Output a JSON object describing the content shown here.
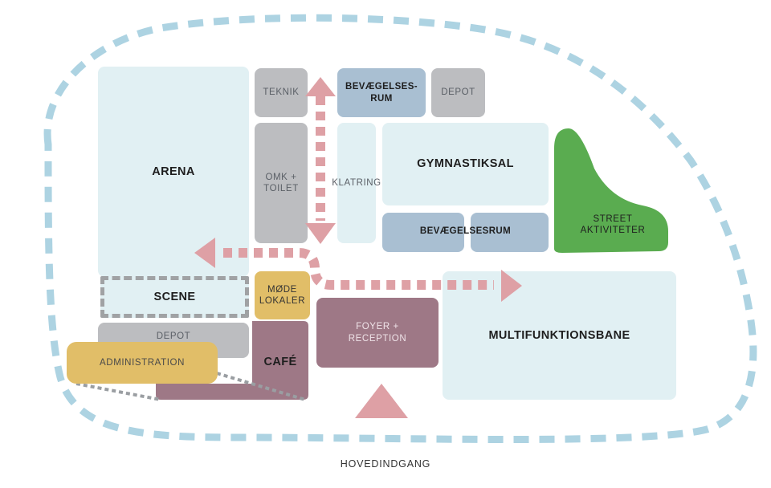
{
  "colors": {
    "outline_dash": "#add3e2",
    "light_room": "#e1f0f3",
    "grey_room": "#bcbdc0",
    "blue_room": "#a9bfd2",
    "mauve_room": "#9e7886",
    "yellow_room": "#e1be68",
    "green_area": "#5aac50",
    "arrow": "#dea0a5",
    "scene_outline": "#a0a2a4"
  },
  "rooms": {
    "arena": "ARENA",
    "teknik": "TEKNIK",
    "bevaegelsesrum_top": "BEVÆGELSES-\nRUM",
    "depot_top": "DEPOT",
    "omk_toilet": "OMK +\nTOILET",
    "klatring": "KLATRING",
    "gymnastiksal": "GYMNASTIKSAL",
    "bevaegelsesrum_bottom": "BEVÆGELSESRUM",
    "street": "STREET\nAKTIVITETER",
    "scene": "SCENE",
    "mode_lokaler": "MØDE\nLOKALER",
    "foyer": "FOYER +\nRECEPTION",
    "multifunktionsbane": "MULTIFUNKTIONSBANE",
    "depot_bottom": "DEPOT",
    "administration": "ADMINISTRATION",
    "cafe": "CAFÉ"
  },
  "entrance_label": "HOVEDINDGANG"
}
